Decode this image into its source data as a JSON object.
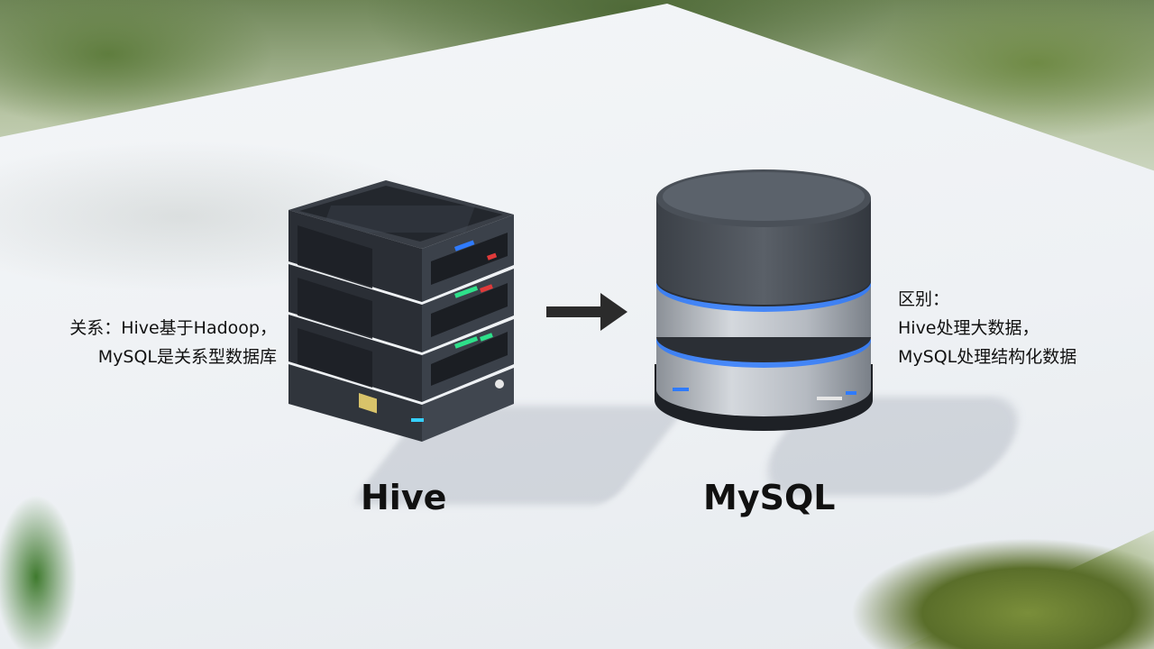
{
  "left_caption": {
    "line1": "关系：Hive基于Hadoop，",
    "line2": "MySQL是关系型数据库"
  },
  "right_caption": {
    "line1": "区别：",
    "line2": "Hive处理大数据，",
    "line3": "MySQL处理结构化数据"
  },
  "labels": {
    "hive": "Hive",
    "mysql": "MySQL"
  },
  "icons": {
    "hive_device": "server-stack-icon",
    "mysql_device": "database-cylinder-icon",
    "flow": "arrow-right-icon"
  },
  "colors": {
    "text": "#111111",
    "arrow": "#2b2b2b",
    "led_blue": "#2f7bff",
    "led_green": "#2ee08a",
    "led_red": "#e03a3a",
    "table_surface": "#f1f4f7"
  }
}
